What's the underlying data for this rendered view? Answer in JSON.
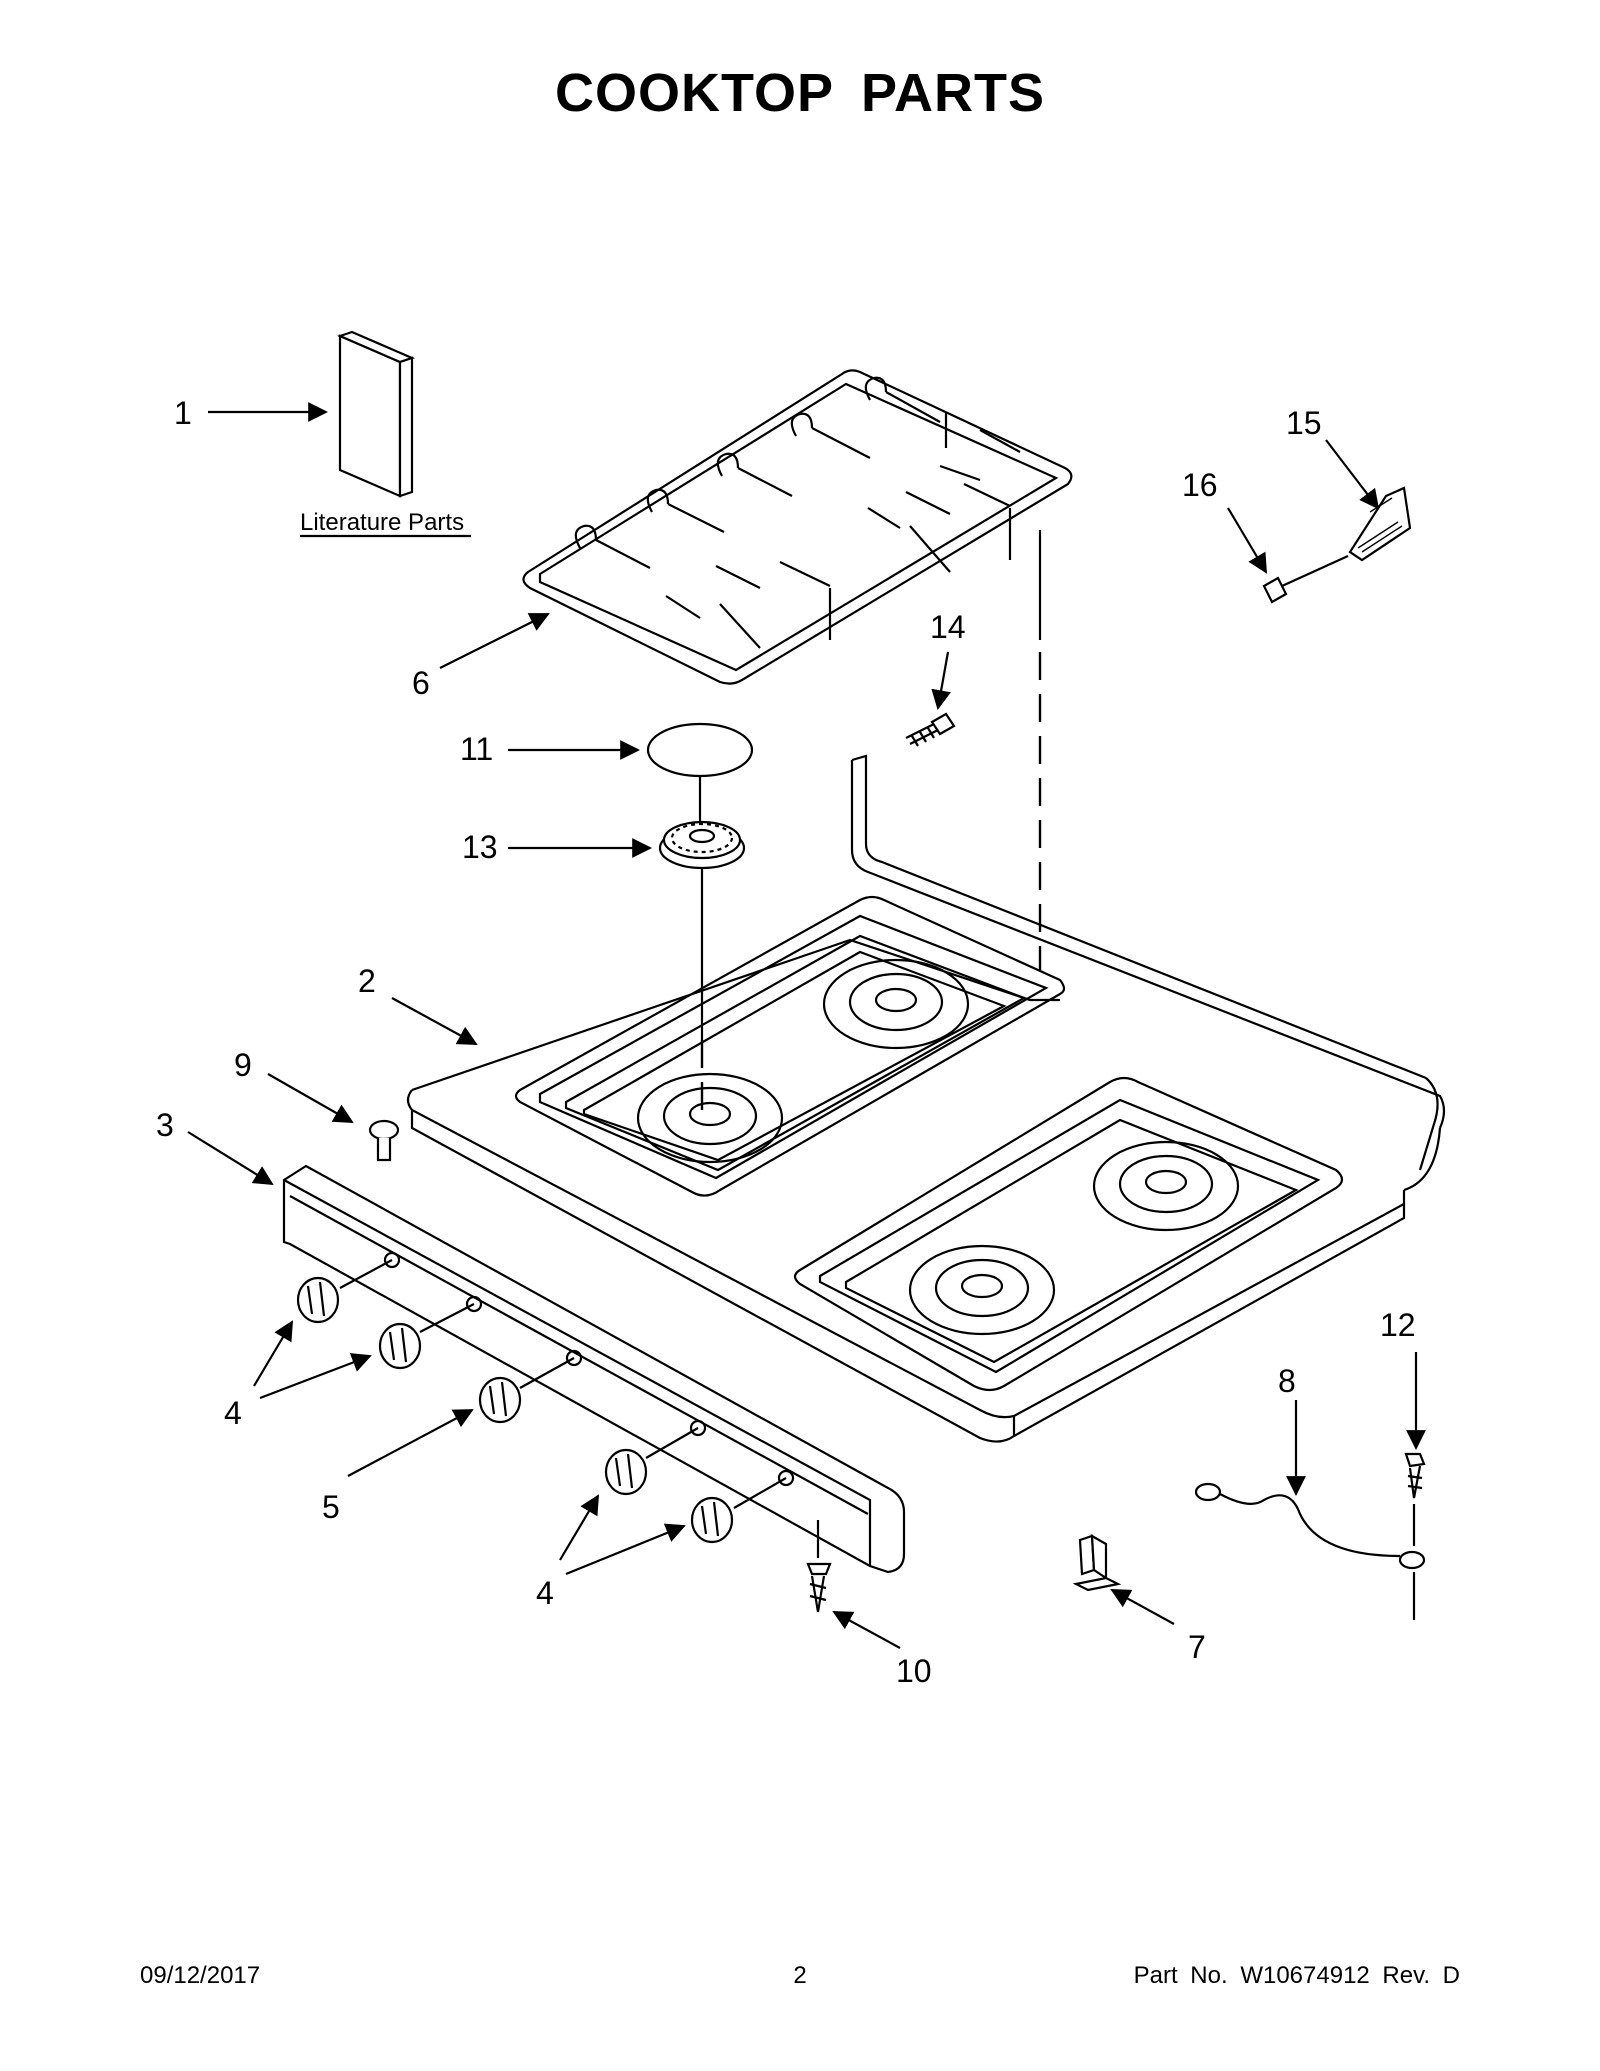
{
  "title": "COOKTOP  PARTS",
  "literature_label": "Literature Parts",
  "callouts": {
    "c1": "1",
    "c2": "2",
    "c3": "3",
    "c4a": "4",
    "c4b": "4",
    "c5": "5",
    "c6": "6",
    "c7": "7",
    "c8": "8",
    "c9": "9",
    "c10": "10",
    "c11": "11",
    "c12": "12",
    "c13": "13",
    "c14": "14",
    "c15": "15",
    "c16": "16"
  },
  "footer": {
    "date": "09/12/2017",
    "page": "2",
    "part": "Part No.  W10674912  Rev.  D"
  }
}
